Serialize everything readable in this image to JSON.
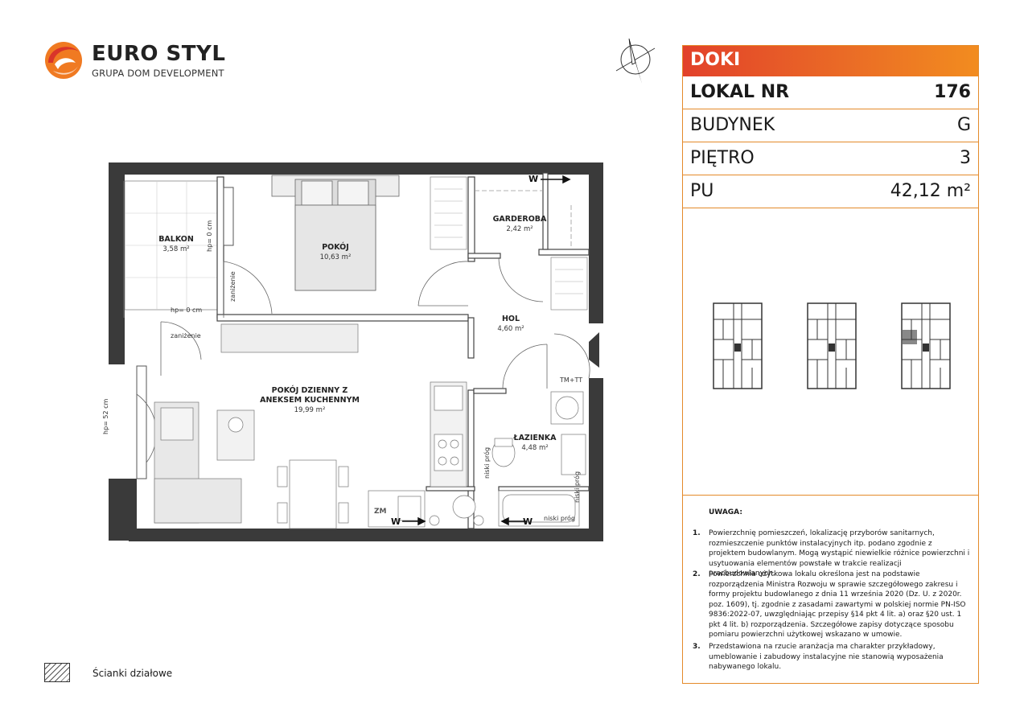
{
  "brand": {
    "name": "EURO STYL",
    "subtitle": "GRUPA DOM DEVELOPMENT",
    "accent_color": "#e8552a"
  },
  "panel": {
    "investment": "DOKI",
    "rows": [
      {
        "label": "LOKAL NR",
        "value": "176"
      },
      {
        "label": "BUDYNEK",
        "value": "G"
      },
      {
        "label": "PIĘTRO",
        "value": "3"
      },
      {
        "label": "PU",
        "value": "42,12 m²"
      }
    ],
    "notes_title": "UWAGA:",
    "notes": [
      {
        "num": "1.",
        "text": "Powierzchnię pomieszczeń, lokalizację przyborów sanitarnych, rozmieszczenie punktów instalacyjnych itp. podano zgodnie z projektem budowlanym. Mogą wystąpić niewielkie różnice powierzchni i usytuowania elementów powstałe w trakcie realizacji pracbudowlanych."
      },
      {
        "num": "2.",
        "text": "Powierzchnia użytkowa lokalu określona jest na podstawie rozporządzenia Ministra Rozwoju w sprawie szczegółowego zakresu i formy projektu budowlanego z dnia 11 września 2020 (Dz. U. z 2020r. poz. 1609), tj. zgodnie z zasadami zawartymi w polskiej normie PN-ISO 9836:2022-07, uwzględniając przepisy §14 pkt 4 lit. a) oraz §20 ust. 1 pkt 4 lit. b) rozporządzenia. Szczegółowe zapisy dotyczące sposobu pomiaru powierzchni użytkowej wskazano w umowie."
      },
      {
        "num": "3.",
        "text": "Przedstawiona na rzucie aranżacja ma charakter przykładowy, umeblowanie i zabudowy instalacyjne nie stanowią wyposażenia nabywanego lokalu."
      }
    ]
  },
  "plan": {
    "rooms": [
      {
        "name": "BALKON",
        "area": "3,58 m²"
      },
      {
        "name": "POKÓJ",
        "area": "10,63 m²"
      },
      {
        "name": "GARDEROBA",
        "area": "2,42 m²"
      },
      {
        "name": "HOL",
        "area": "4,60 m²"
      },
      {
        "name_line1": "POKÓJ DZIENNY Z",
        "name_line2": "ANEKSEM KUCHENNYM",
        "area": "19,99 m²"
      },
      {
        "name": "ŁAZIENKA",
        "area": "4,48 m²"
      }
    ],
    "annotations": {
      "hp0_vertical": "hp= 0 cm",
      "hp0_horizontal": "hp= 0 cm",
      "hp52": "hp= 52 cm",
      "zanizenie": "zaniżenie",
      "tmtt": "TM+TT",
      "niski_prog": "niski próg",
      "w": "W",
      "zm": "ZM"
    }
  },
  "legend": {
    "label": "Ścianki działowe"
  }
}
